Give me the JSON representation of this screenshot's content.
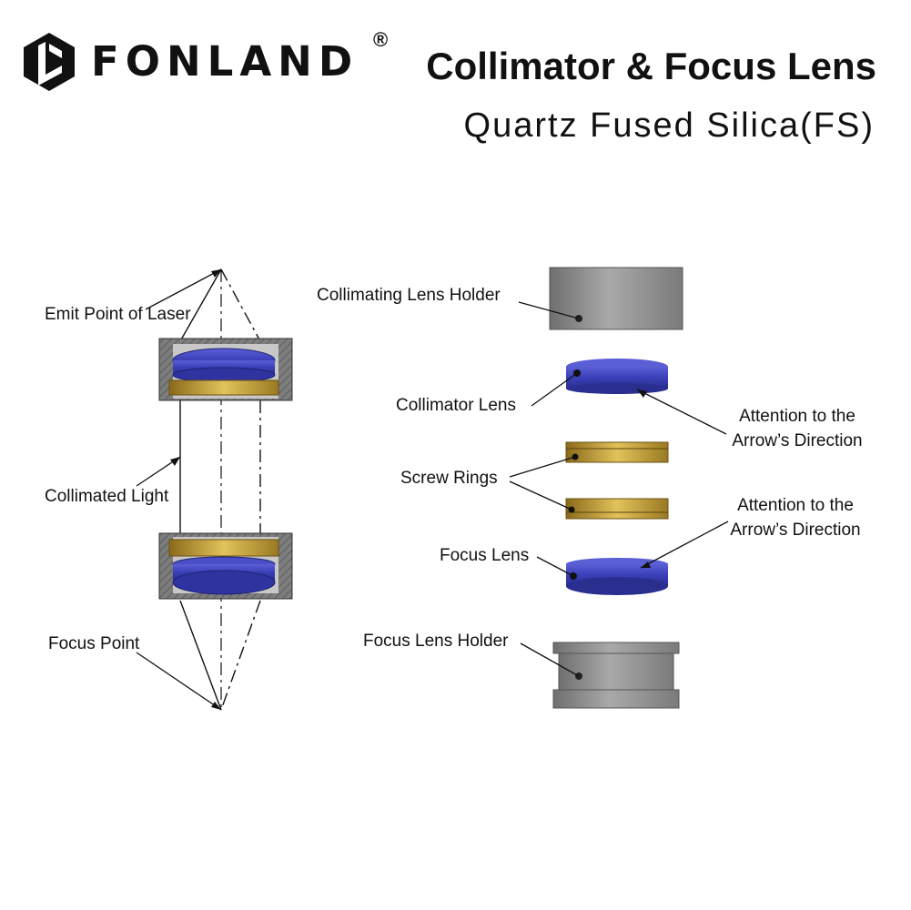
{
  "brand": {
    "name": "FONLAND",
    "registered_mark": "®",
    "title": "Collimator & Focus Lens",
    "subtitle": "Quartz Fused Silica(FS)"
  },
  "left_diagram": {
    "emit_point_label": "Emit Point of Laser",
    "collimated_light_label": "Collimated Light",
    "focus_point_label": "Focus Point"
  },
  "right_diagram": {
    "collimating_holder_label": "Collimating Lens Holder",
    "collimator_lens_label": "Collimator Lens",
    "attention_1_line1": "Attention to the",
    "attention_1_line2": "Arrow’s Direction",
    "screw_rings_label": "Screw Rings",
    "attention_2_line1": "Attention to the",
    "attention_2_line2": "Arrow’s Direction",
    "focus_lens_label": "Focus Lens",
    "focus_holder_label": "Focus Lens Holder"
  },
  "colors": {
    "lens_blue": "#3a3fb8",
    "brass": "#c9a23a",
    "holder_gray": "#8d8d8d",
    "text": "#111111"
  }
}
